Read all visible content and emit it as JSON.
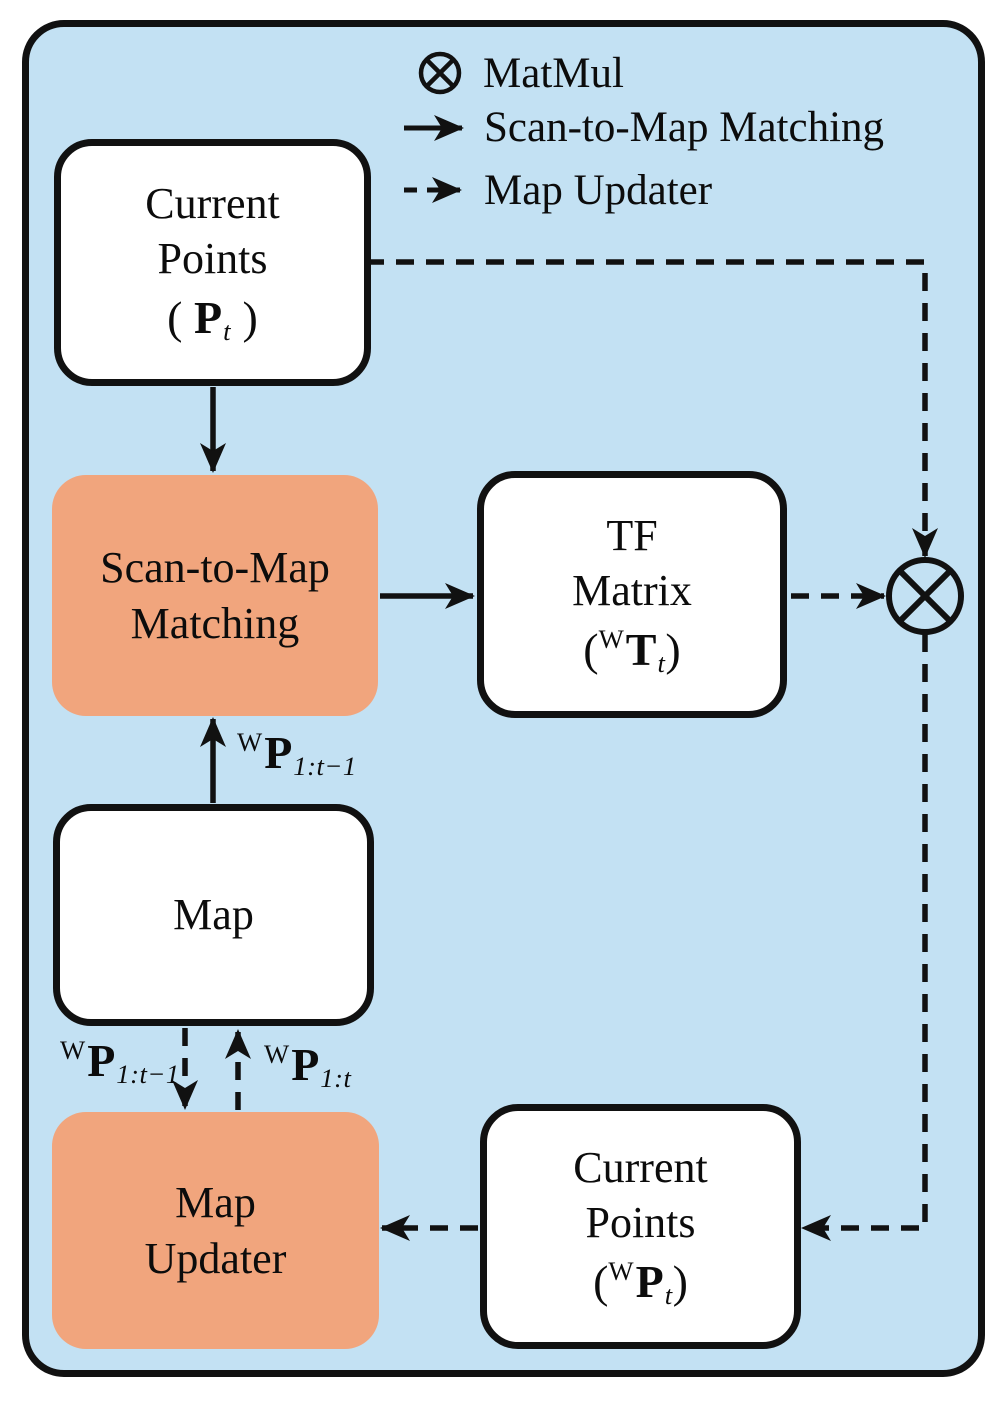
{
  "figure": {
    "type": "flow-diagram",
    "topic": "scan-to-map matching and map updating pipeline"
  },
  "colors": {
    "page_background": "#ffffff",
    "panel_fill": "#c3e1f3",
    "panel_border": "#111111",
    "node_fill": "#ffffff",
    "node_border": "#111111",
    "accent_node_fill": "#f1a57d",
    "line_color": "#111111"
  },
  "legend": {
    "matmul": {
      "icon": "matmul-otimes-icon",
      "label": "MatMul"
    },
    "scan_to_map": {
      "icon": "solid-arrow-icon",
      "label": "Scan-to-Map Matching"
    },
    "map_updater": {
      "icon": "dashed-arrow-icon",
      "label": "Map Updater"
    }
  },
  "nodes": {
    "current_points_top": {
      "lines": [
        "Current",
        "Points"
      ],
      "formula": {
        "open": "( ",
        "base": "P",
        "sub": "t",
        "close": " )"
      }
    },
    "scan_to_map_matching": {
      "lines": [
        "Scan-to-Map",
        "Matching"
      ]
    },
    "tf_matrix": {
      "lines": [
        "TF",
        "Matrix"
      ],
      "formula": {
        "open": "(",
        "sup": "W",
        "base": "T",
        "sub": "t",
        "close": ")"
      }
    },
    "map": {
      "lines": [
        "Map"
      ]
    },
    "map_updater": {
      "lines": [
        "Map",
        "Updater"
      ]
    },
    "current_points_world": {
      "lines": [
        "Current",
        "Points"
      ],
      "formula": {
        "open": "(",
        "sup": "W",
        "base": "P",
        "sub": "t",
        "close": ")"
      }
    }
  },
  "edge_labels": {
    "map_to_scan_matching": {
      "sup": "W",
      "base": "P",
      "sub": "1:t−1"
    },
    "map_to_map_updater": {
      "sup": "W",
      "base": "P",
      "sub": "1:t−1"
    },
    "map_updater_to_map": {
      "sup": "W",
      "base": "P",
      "sub": "1:t"
    }
  }
}
